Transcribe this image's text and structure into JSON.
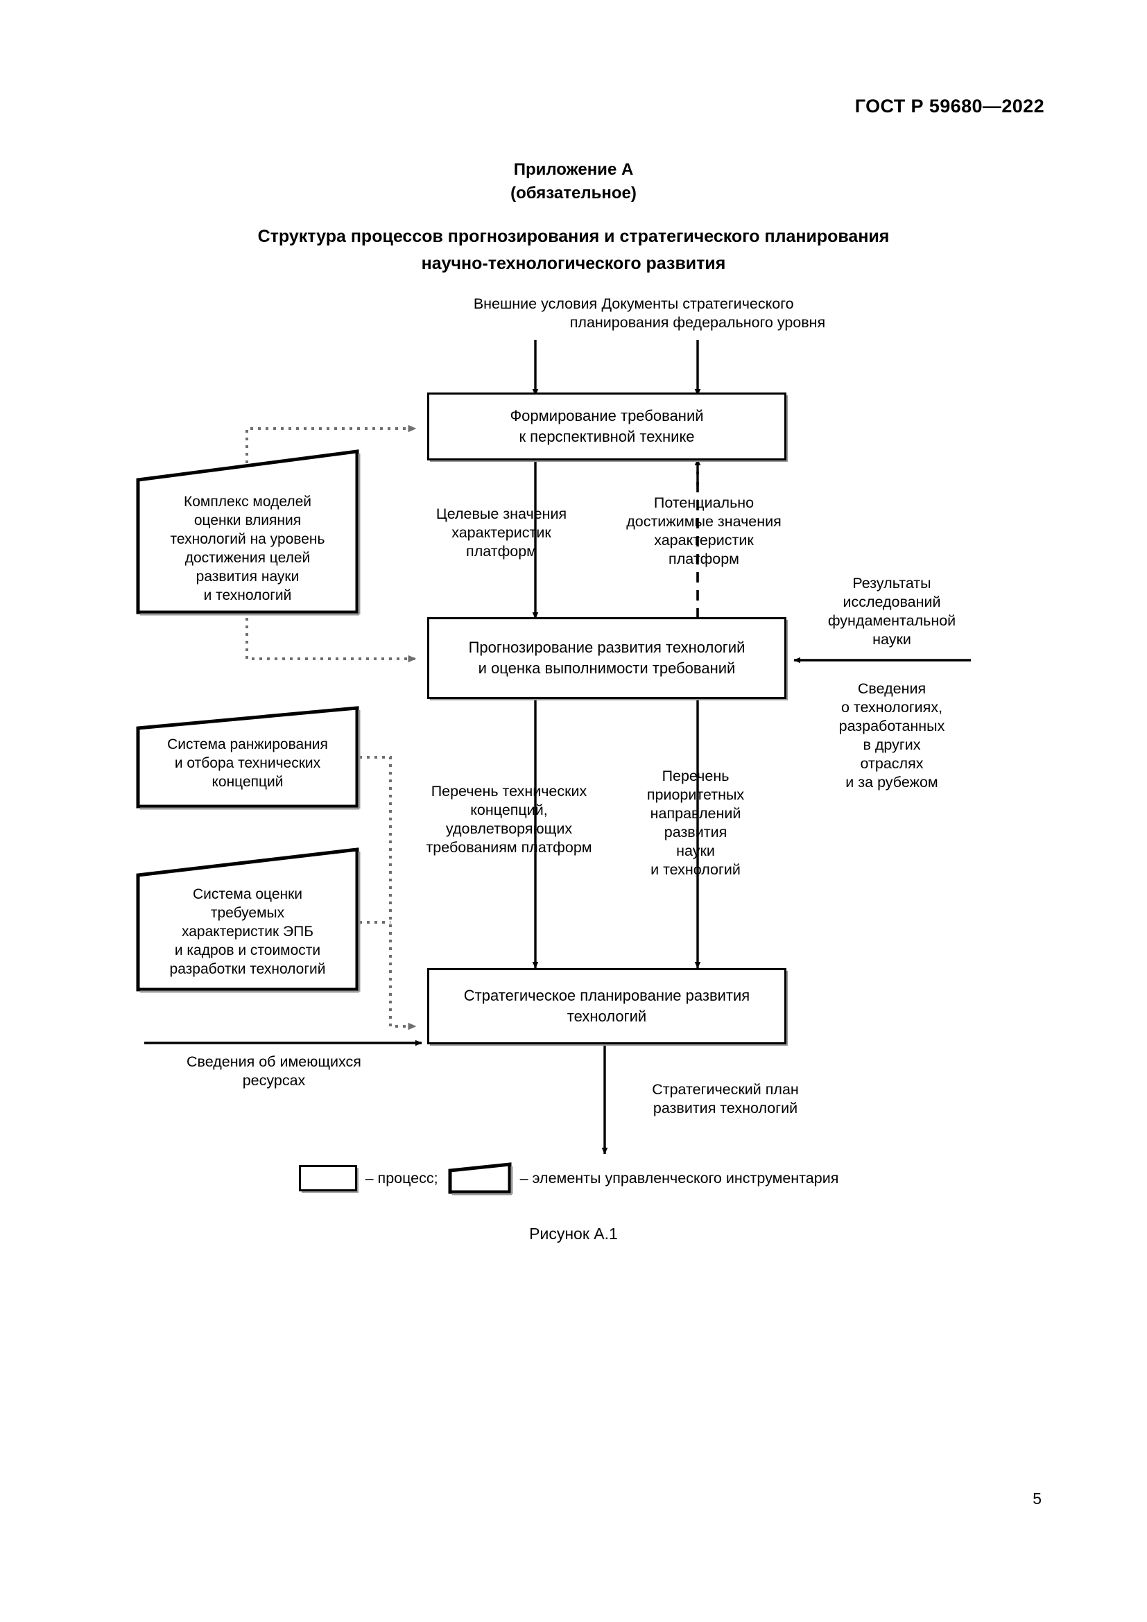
{
  "document": {
    "standard_header": "ГОСТ Р 59680—2022",
    "page_number": "5",
    "figure_caption": "Рисунок А.1"
  },
  "appendix": {
    "name": "Приложение А",
    "status": "(обязательное)",
    "title_line1": "Структура процессов прогнозирования и стратегического планирования",
    "title_line2": "научно-технологического развития"
  },
  "diagram": {
    "inputs": {
      "external_conditions": "Внешние условия",
      "federal_documents": "Документы стратегического\nпланирования федерального уровня",
      "fundamental_research": "Результаты\nисследований\nфундаментальной\nнауки",
      "other_industries": "Сведения\nо технологиях,\nразработанных\nв других\nотраслях\nи за рубежом",
      "available_resources": "Сведения об имеющихся\nресурсах"
    },
    "processes": [
      {
        "id": "requirements-formation",
        "label": "Формирование требований\nк перспективной технике"
      },
      {
        "id": "technology-forecasting",
        "label": "Прогнозирование развития технологий\nи оценка выполнимости требований"
      },
      {
        "id": "strategic-planning",
        "label": "Стратегическое планирование развития\nтехнологий"
      }
    ],
    "tools": [
      {
        "id": "impact-models",
        "label": "Комплекс моделей\nоценки влияния\nтехнологий на уровень\nдостижения целей\nразвития науки\nи технологий"
      },
      {
        "id": "ranking-system",
        "label": "Система ранжирования\nи отбора технических\nконцепций"
      },
      {
        "id": "epb-assessment-system",
        "label": "Система оценки\nтребуемых\nхарактеристик ЭПБ\nи кадров и стоимости\nразработки технологий"
      }
    ],
    "flows": [
      {
        "id": "target-values",
        "label": "Целевые значения\nхарактеристик\nплатформ"
      },
      {
        "id": "achievable-values",
        "label": "Потенциально\nдостижимые значения\nхарактеристик\nплатформ"
      },
      {
        "id": "concepts-list",
        "label": "Перечень технических\nконцепций,\nудовлетворяющих\nтребованиям платформ"
      },
      {
        "id": "priority-directions",
        "label": "Перечень\nприоритетных\nнаправлений\nразвития\nнауки\nи технологий"
      },
      {
        "id": "strategic-plan",
        "label": "Стратегический план\nразвития технологий"
      }
    ],
    "legend": {
      "process_text": "– процесс;",
      "tool_text": "– элементы управленческого инструментария"
    }
  },
  "colors": {
    "ink": "#000000",
    "paper": "#ffffff",
    "dotted_connector": "#6f6f6f",
    "box_shadow": "#9a9a9a"
  }
}
